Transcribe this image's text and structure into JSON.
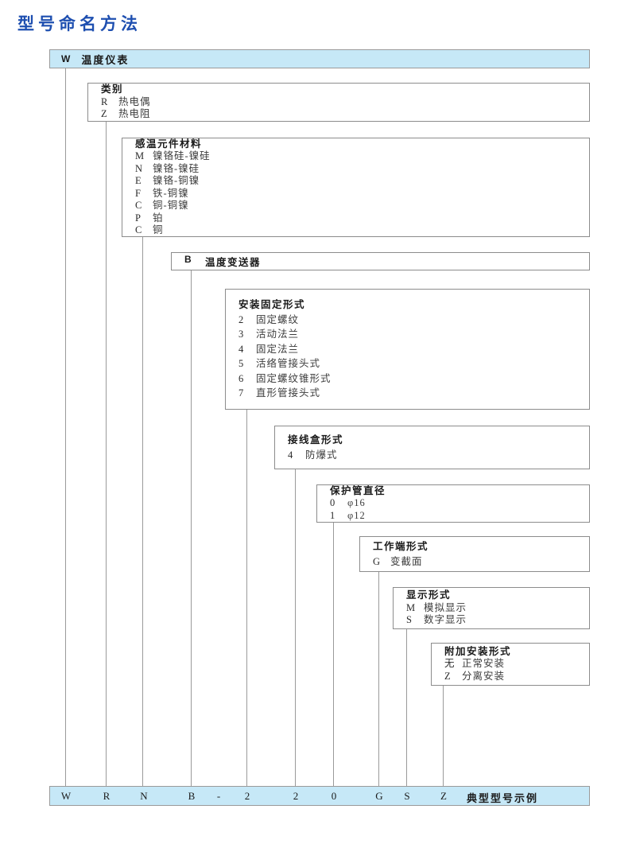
{
  "page_title": "型号命名方法",
  "top_bar": {
    "code": "W",
    "label": "温度仪表"
  },
  "boxes": [
    {
      "title": "类别",
      "items": [
        {
          "code": "R",
          "label": "热电偶"
        },
        {
          "code": "Z",
          "label": "热电阻"
        }
      ]
    },
    {
      "title": "感温元件材料",
      "items": [
        {
          "code": "M",
          "label": "镍铬硅-镍硅"
        },
        {
          "code": "N",
          "label": "镍铬-镍硅"
        },
        {
          "code": "E",
          "label": "镍铬-铜镍"
        },
        {
          "code": "F",
          "label": "铁-铜镍"
        },
        {
          "code": "C",
          "label": "铜-铜镍"
        },
        {
          "code": "P",
          "label": "铂"
        },
        {
          "code": "C",
          "label": "铜"
        }
      ]
    },
    {
      "title": "温度变送器",
      "code": "B",
      "items": []
    },
    {
      "title": "安装固定形式",
      "items": [
        {
          "code": "2",
          "label": "固定螺纹"
        },
        {
          "code": "3",
          "label": "活动法兰"
        },
        {
          "code": "4",
          "label": "固定法兰"
        },
        {
          "code": "5",
          "label": "活络管接头式"
        },
        {
          "code": "6",
          "label": "固定螺纹锥形式"
        },
        {
          "code": "7",
          "label": "直形管接头式"
        }
      ]
    },
    {
      "title": "接线盒形式",
      "items": [
        {
          "code": "4",
          "label": "防爆式"
        }
      ]
    },
    {
      "title": "保护管直径",
      "items": [
        {
          "code": "0",
          "label": "φ16"
        },
        {
          "code": "1",
          "label": "φ12"
        }
      ]
    },
    {
      "title": "工作端形式",
      "items": [
        {
          "code": "G",
          "label": "变截面"
        }
      ]
    },
    {
      "title": "显示形式",
      "items": [
        {
          "code": "M",
          "label": "模拟显示"
        },
        {
          "code": "S",
          "label": "数字显示"
        }
      ]
    },
    {
      "title": "附加安装形式",
      "items": [
        {
          "code": "无",
          "label": "正常安装"
        },
        {
          "code": "Z",
          "label": "分离安装"
        }
      ]
    }
  ],
  "bottom_bar": {
    "codes": [
      "W",
      "R",
      "N",
      "B",
      "-",
      "2",
      "2",
      "0",
      "G",
      "S",
      "Z"
    ],
    "label": "典型型号示例"
  },
  "colors": {
    "title_blue": "#1e4fb0",
    "bar_fill": "#c6e8f7",
    "border_gray": "#9a9a9a"
  }
}
